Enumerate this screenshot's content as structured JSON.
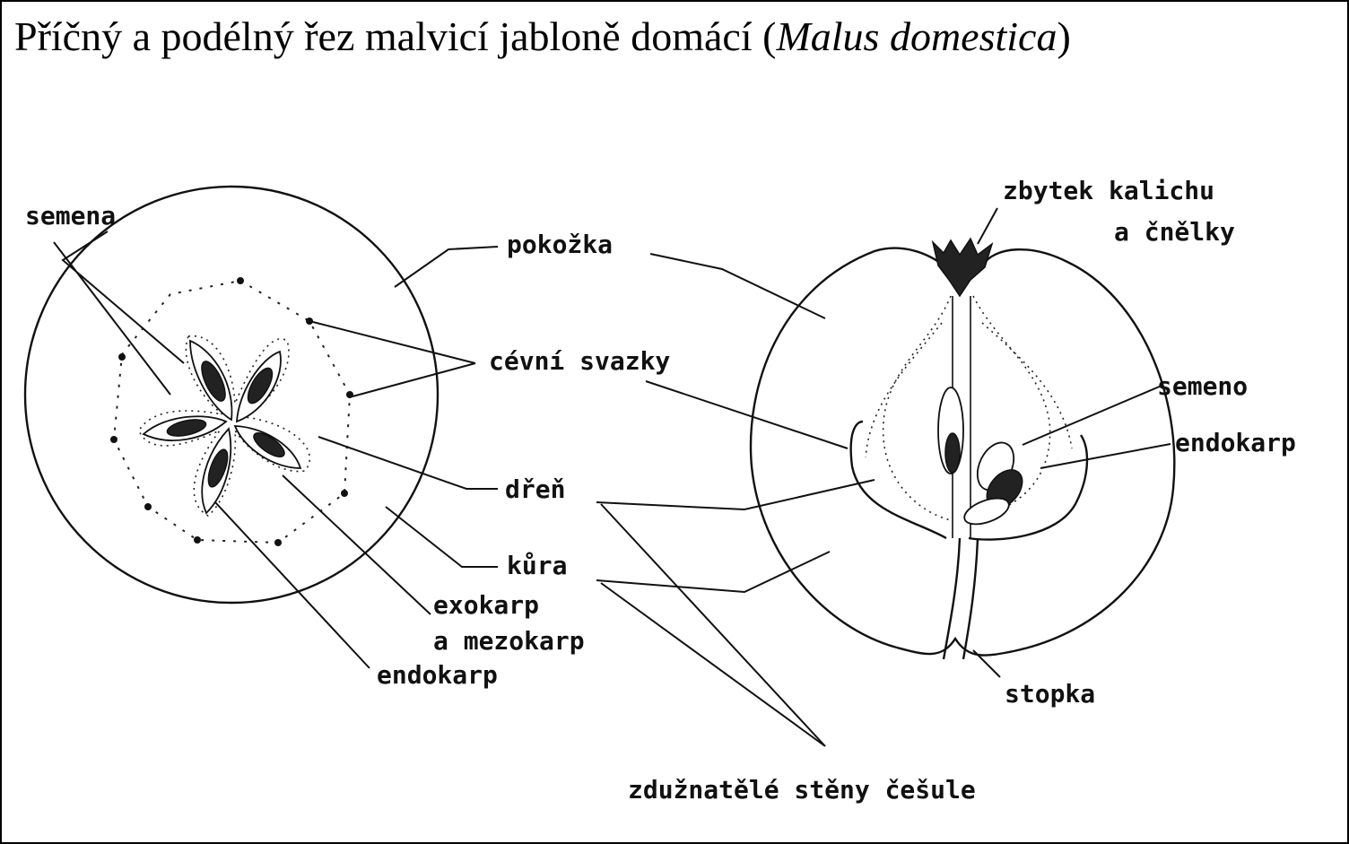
{
  "title": {
    "main": "Příčný a podélný řez malvicí jabloně domácí (",
    "species": "Malus domestica",
    "close": ")"
  },
  "labels": {
    "semena": "semena",
    "pokozka": "pokožka",
    "cevni_svazky": "cévní svazky",
    "dren": "dřeň",
    "kura": "kůra",
    "exokarp_line1": "exokarp",
    "exokarp_line2": "a mezokarp",
    "endokarp_left": "endokarp",
    "zbytek_line1": "zbytek kalichu",
    "zbytek_line2": "a čnělky",
    "semeno": "semeno",
    "endokarp_right": "endokarp",
    "stopka": "stopka",
    "zduznatele": "zdužnatělé stěny češule"
  }
}
